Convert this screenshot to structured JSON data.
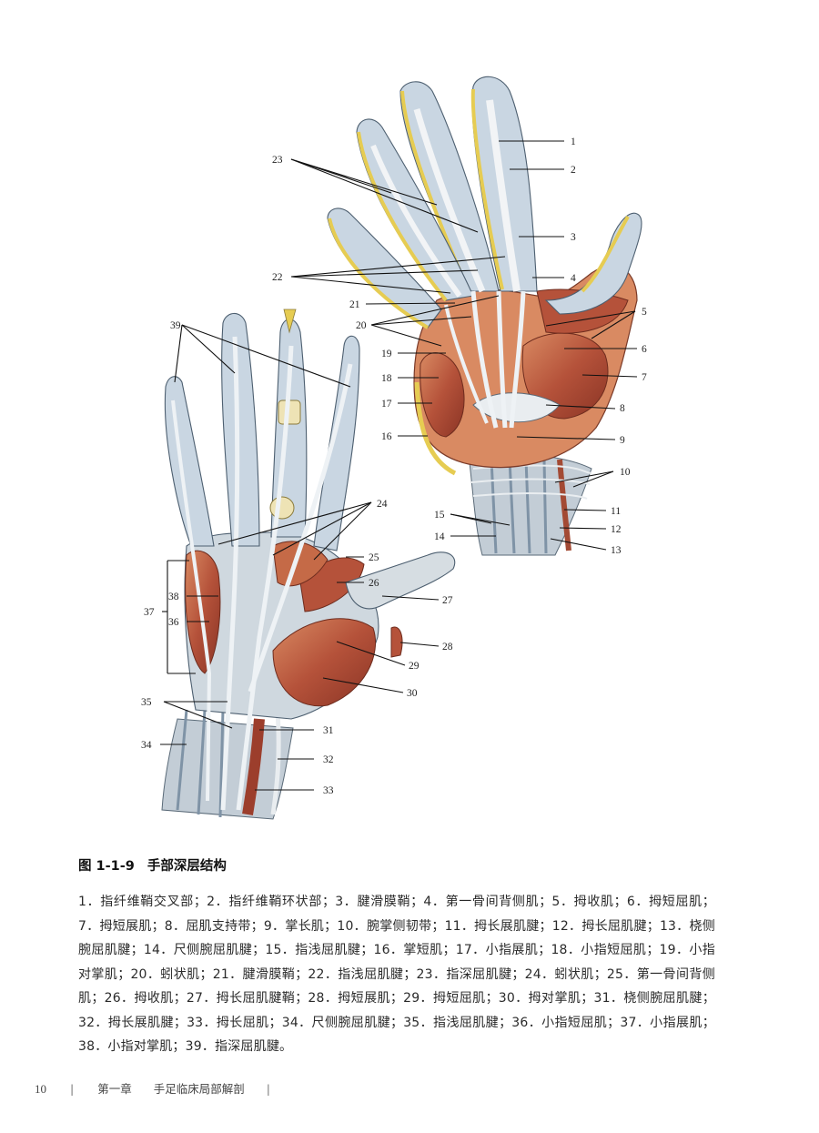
{
  "figure": {
    "labels": [
      "1",
      "2",
      "3",
      "4",
      "5",
      "6",
      "7",
      "8",
      "9",
      "10",
      "11",
      "12",
      "13",
      "14",
      "15",
      "16",
      "17",
      "18",
      "19",
      "20",
      "21",
      "22",
      "23",
      "24",
      "25",
      "26",
      "27",
      "28",
      "29",
      "30",
      "31",
      "32",
      "33",
      "34",
      "35",
      "36",
      "37",
      "38",
      "39"
    ],
    "colors": {
      "skin": "#c9cbc6",
      "tendon": "#e8ecef",
      "sheath": "#a9bfd6",
      "muscle": "#b5523a",
      "muscle_light": "#d98a62",
      "fat": "#e6cc52",
      "bone": "#eee3b5"
    }
  },
  "caption": {
    "number": "图 1-1-9",
    "title": "手部深层结构",
    "legend": "1．指纤维鞘交叉部；2．指纤维鞘环状部；3．腱滑膜鞘；4．第一骨间背侧肌；5．拇收肌；6．拇短屈肌；7．拇短展肌；8．屈肌支持带；9．掌长肌；10．腕掌侧韧带；11．拇长展肌腱；12．拇长屈肌腱；13．桡侧腕屈肌腱；14．尺侧腕屈肌腱；15．指浅屈肌腱；16．掌短肌；17．小指展肌；18．小指短屈肌；19．小指对掌肌；20．蚓状肌；21．腱滑膜鞘；22．指浅屈肌腱；23．指深屈肌腱；24．蚓状肌；25．第一骨间背侧肌；26．拇收肌；27．拇长屈肌腱鞘；28．拇短展肌；29．拇短屈肌；30．拇对掌肌；31．桡侧腕屈肌腱；32．拇长展肌腱；33．拇长屈肌；34．尺侧腕屈肌腱；35．指浅屈肌腱；36．小指短屈肌；37．小指展肌；38．小指对掌肌；39．指深屈肌腱。"
  },
  "footer": {
    "page_number": "10",
    "separator": "|",
    "chapter": "第一章",
    "chapter_title": "手足临床局部解剖"
  }
}
